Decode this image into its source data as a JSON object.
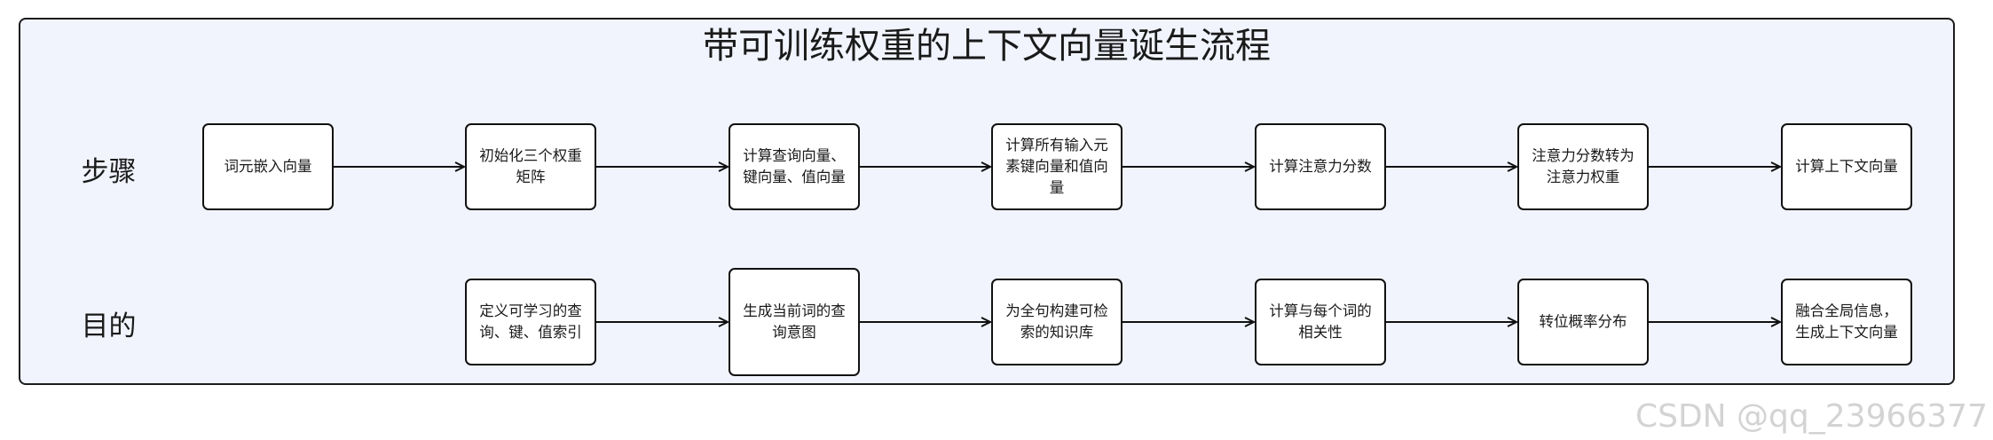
{
  "diagram": {
    "title": "带可训练权重的上下文向量诞生流程",
    "rows": [
      {
        "label": "步骤",
        "nodes": [
          "词元嵌入向量",
          "初始化三个权重矩阵",
          "计算查询向量、键向量、值向量",
          "计算所有输入元素键向量和值向量",
          "计算注意力分数",
          "注意力分数转为注意力权重",
          "计算上下文向量"
        ]
      },
      {
        "label": "目的",
        "nodes": [
          "定义可学习的查询、键、值索引",
          "生成当前词的查询意图",
          "为全句构建可检索的知识库",
          "计算与每个词的相关性",
          "转位概率分布",
          "融合全局信息，生成上下文向量"
        ]
      }
    ],
    "edges": [
      {
        "row": 0,
        "from": 0,
        "to": 1
      },
      {
        "row": 0,
        "from": 1,
        "to": 2
      },
      {
        "row": 0,
        "from": 2,
        "to": 3
      },
      {
        "row": 0,
        "from": 3,
        "to": 4
      },
      {
        "row": 0,
        "from": 4,
        "to": 5
      },
      {
        "row": 0,
        "from": 5,
        "to": 6
      },
      {
        "row": 1,
        "from": 0,
        "to": 1
      },
      {
        "row": 1,
        "from": 1,
        "to": 2
      },
      {
        "row": 1,
        "from": 2,
        "to": 3
      },
      {
        "row": 1,
        "from": 3,
        "to": 4
      },
      {
        "row": 1,
        "from": 4,
        "to": 5
      }
    ]
  },
  "watermark": "CSDN @qq_23966377",
  "colors": {
    "panel_background": "#f1f4fd",
    "border": "#111111",
    "text": "#1a1a1a",
    "watermark": "#d3d3d3"
  }
}
